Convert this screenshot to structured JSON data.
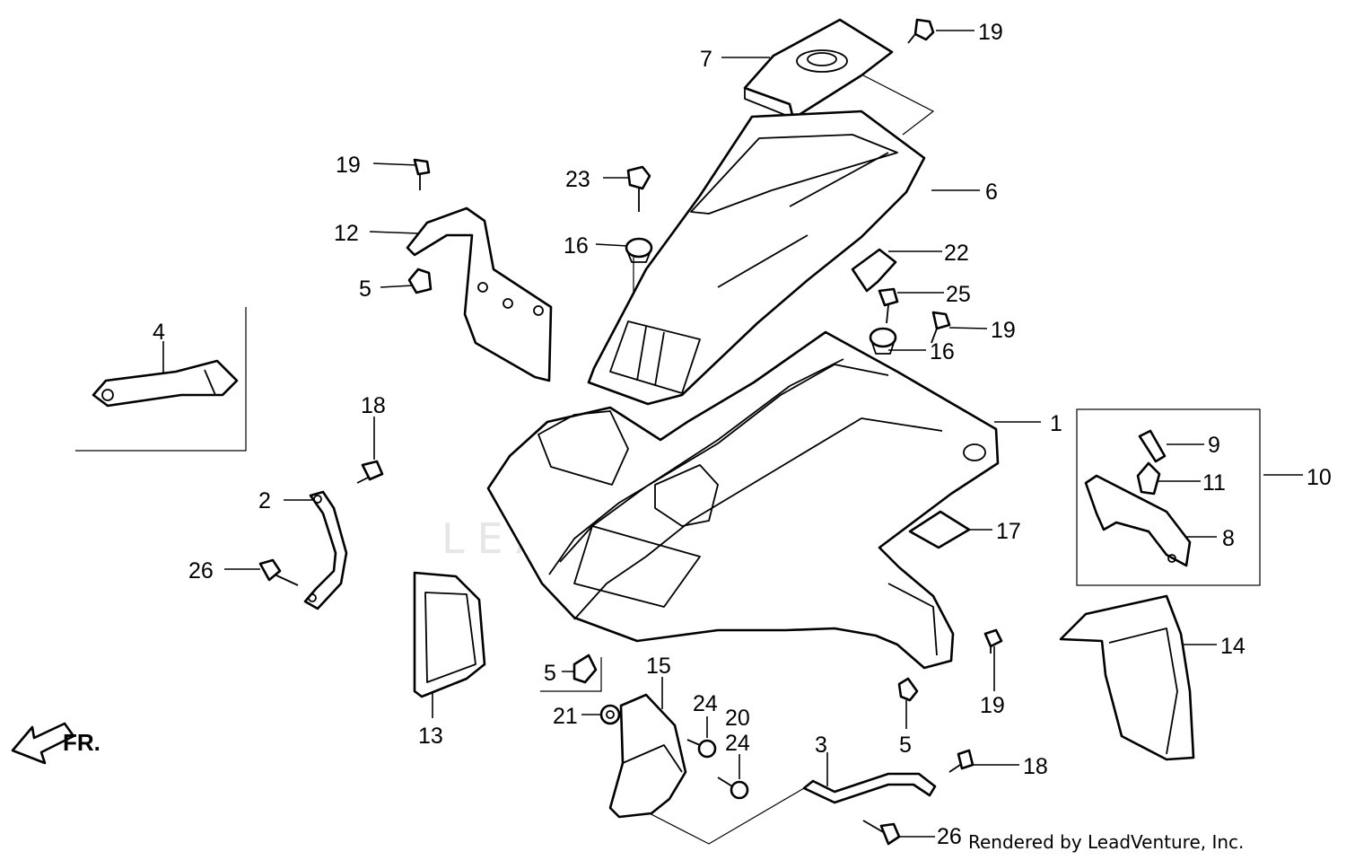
{
  "diagram": {
    "watermark": "LEADVENTURE",
    "direction_label": "FR.",
    "footer": "Rendered by LeadVenture, Inc.",
    "callouts": [
      {
        "id": "c19a",
        "text": "19"
      },
      {
        "id": "c7",
        "text": "7"
      },
      {
        "id": "c19b",
        "text": "19"
      },
      {
        "id": "c23",
        "text": "23"
      },
      {
        "id": "c6",
        "text": "6"
      },
      {
        "id": "c12",
        "text": "12"
      },
      {
        "id": "c16a",
        "text": "16"
      },
      {
        "id": "c22",
        "text": "22"
      },
      {
        "id": "c5a",
        "text": "5"
      },
      {
        "id": "c25",
        "text": "25"
      },
      {
        "id": "c19c",
        "text": "19"
      },
      {
        "id": "c4",
        "text": "4"
      },
      {
        "id": "c16b",
        "text": "16"
      },
      {
        "id": "c18a",
        "text": "18"
      },
      {
        "id": "c1",
        "text": "1"
      },
      {
        "id": "c9",
        "text": "9"
      },
      {
        "id": "c10",
        "text": "10"
      },
      {
        "id": "c11",
        "text": "11"
      },
      {
        "id": "c2",
        "text": "2"
      },
      {
        "id": "c17",
        "text": "17"
      },
      {
        "id": "c8",
        "text": "8"
      },
      {
        "id": "c26a",
        "text": "26"
      },
      {
        "id": "c14",
        "text": "14"
      },
      {
        "id": "c15",
        "text": "15"
      },
      {
        "id": "c5b",
        "text": "5"
      },
      {
        "id": "c24a",
        "text": "24"
      },
      {
        "id": "c19d",
        "text": "19"
      },
      {
        "id": "c20",
        "text": "20"
      },
      {
        "id": "c21",
        "text": "21"
      },
      {
        "id": "c24b",
        "text": "24"
      },
      {
        "id": "c13",
        "text": "13"
      },
      {
        "id": "c3",
        "text": "3"
      },
      {
        "id": "c5c",
        "text": "5"
      },
      {
        "id": "c18b",
        "text": "18"
      },
      {
        "id": "c26b",
        "text": "26"
      }
    ]
  }
}
